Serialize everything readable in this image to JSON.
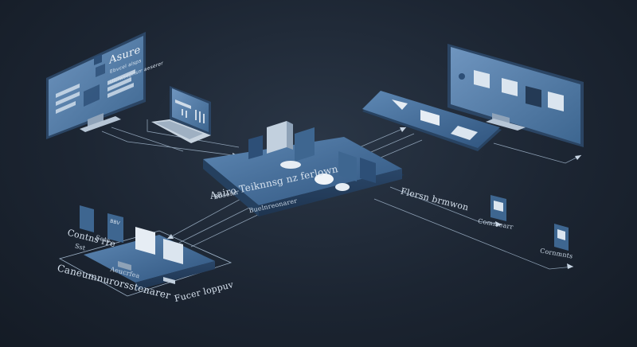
{
  "colors": {
    "background": "#1c2532",
    "panel_light": "#5d86b1",
    "panel_mid": "#3f6690",
    "panel_dark": "#2c4a6c",
    "screen": "#5a80aa",
    "line": "#9fb3c8"
  },
  "left_monitor": {
    "title": "Asure",
    "subtitle_1": "Ebvcel alsps",
    "subtitle_2": "Uiciwsepnsrr aeserer"
  },
  "central_platform": {
    "label_1": "Aairo Teiknnsg nz ferlown",
    "label_2": "Bbseiar",
    "label_3": "Buelnreonarer"
  },
  "left_platform": {
    "label_1": "Contns rre",
    "label_2": "Sst",
    "label_3": "Caneumnurorsstenarer",
    "label_4": "Fucer loppuv",
    "label_5": "Sets",
    "label_6": "Aeucrfea",
    "icon_text": "BBV"
  },
  "right_side": {
    "label_1": "Flersn brmwon",
    "label_2": "Commearr",
    "label_3": "Cornmnts"
  }
}
